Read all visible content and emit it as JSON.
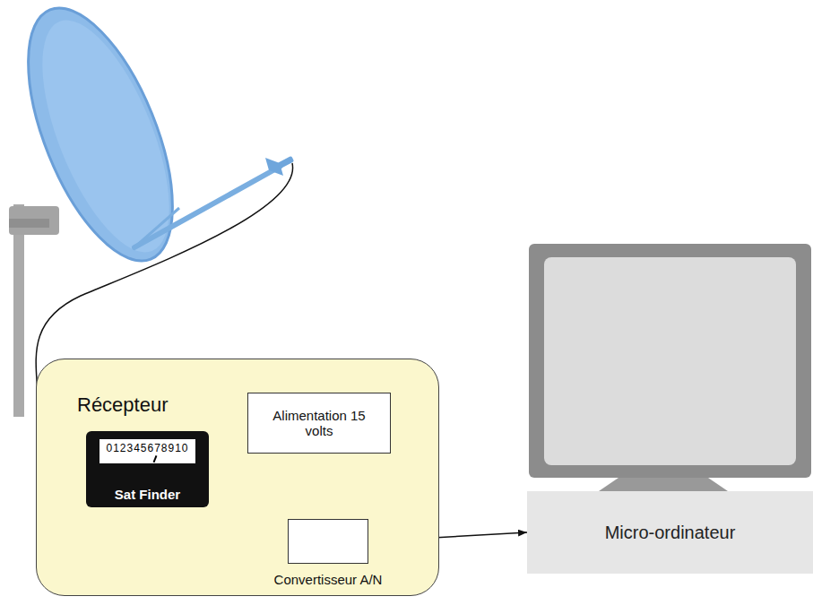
{
  "diagram": {
    "nodes": [
      {
        "text": [
          "Récepteur"
        ]
      },
      {
        "text": [
          "012345678910",
          "Sat Finder"
        ],
        "in": 0
      },
      {
        "text": [
          "Alimentation 15 volts"
        ],
        "in": 0
      },
      {
        "text": [
          "Convertisseur A/N"
        ],
        "in": 0
      },
      {
        "text": [
          "Micro-ordinateur"
        ]
      }
    ],
    "edges": [
      {
        "from": 2,
        "to": 1,
        "arrow": "to"
      },
      {
        "from": 1,
        "to": 3,
        "arrow": "to"
      },
      {
        "from": 3,
        "to": 4,
        "arrow": "to"
      }
    ]
  }
}
